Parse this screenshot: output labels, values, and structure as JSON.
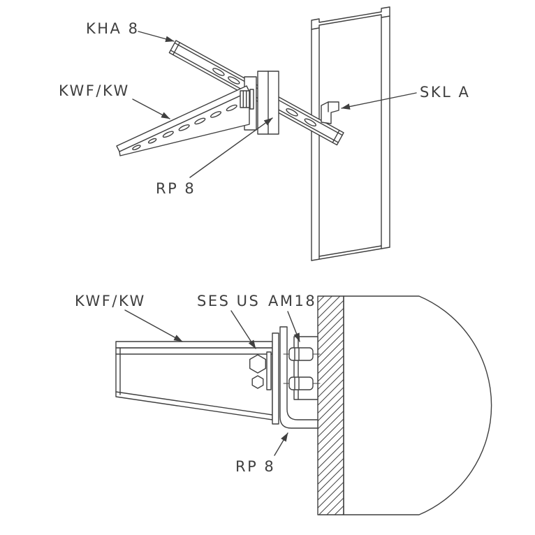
{
  "figures": {
    "top": {
      "labels": {
        "kha8": "KHA 8",
        "kwfkw": "KWF/KW",
        "skla": "SKL A",
        "rp8": "RP 8"
      }
    },
    "bottom": {
      "labels": {
        "kwfkw": "KWF/KW",
        "sesus": "SES US",
        "am18": "AM18",
        "rp8": "RP 8"
      }
    }
  },
  "colors": {
    "line": "#3f3f3f",
    "background": "#ffffff"
  }
}
